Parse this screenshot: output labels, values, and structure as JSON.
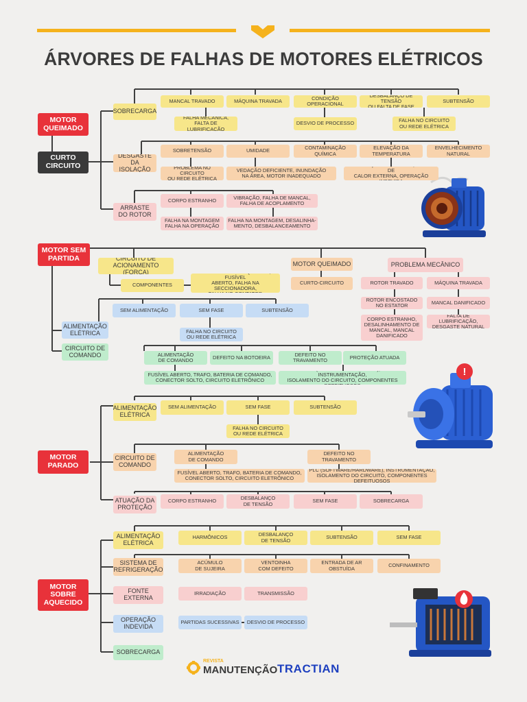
{
  "title": "ÁRVORES DE FALHAS DE MOTORES ELÉTRICOS",
  "colors": {
    "accent": "#f5b21c",
    "red": "#e8323a",
    "dark": "#3a3a3a",
    "yellow": "#f7e68a",
    "orange": "#f8d3ad",
    "pink": "#f8cfcf",
    "blue": "#c6dcf5",
    "green": "#bfeccc",
    "line": "#3f3f3f"
  },
  "sections": {
    "queimado": {
      "root": "MOTOR\nQUEIMADO",
      "curto": "CURTO\nCIRCUITO",
      "sobrecarga": {
        "label": "SOBRECARGA",
        "items": [
          "MANCAL TRAVADO",
          "MÁQUINA TRAVADA",
          "CONDIÇÃO OPERACIONAL",
          "DESBALANÇO DE TENSÃO\nOU FALTA DE FASE",
          "SUBTENSÃO"
        ],
        "sub": [
          "FALHA MECÂNICA,\nFALTA DE LUBRIFICAÇÃO",
          "DESVIO DE PROCESSO",
          "FALHA NO CIRCUITO\nOU REDE ELÉTRICA"
        ]
      },
      "desgaste": {
        "label": "DESGASTE\nDA ISOLAÇÃO",
        "items": [
          "SOBRETENSÃO",
          "UMIDADE",
          "CONTAMINAÇÃO\nQUÍMICA",
          "ELEVAÇÃO DA\nTEMPERATURA",
          "ENVELHECIMENTO\nNATURAL"
        ],
        "sub": [
          "PROBLEMA NO CIRCUITO\nOU REDE ELÉTRICA",
          "VEDAÇÃO DEFICIENTE, INUNDAÇÃO\nNA ÁREA, MOTOR INADEQUADO",
          "VENTILAÇÃO DEFICIENTE, FONTE DE\nCALOR EXTERNA, OPERAÇÃO INDEVIDA"
        ]
      },
      "arraste": {
        "label": "ARRASTE\nDO ROTOR",
        "items": [
          "CORPO ESTRANHO",
          "VIBRAÇÃO, FALHA DE MANCAL,\nFALHA DE ACOPLAMENTO",
          "FALHA NA MONTAGEM\nFALHA NA OPERAÇÃO",
          "FALHA NA MONTAGEM, DESALINHA-\nMENTO, DESBALANCEAMENTO"
        ]
      }
    },
    "sem_partida": {
      "root": "MOTOR SEM\nPARTIDA",
      "circuito_acionamento": {
        "label": "CIRCUITO DE\nACIONAMENTO (FORÇA)",
        "componentes": "COMPONENTES",
        "detail": "INVERSOR DE FREQUÊNCIA, FUSÍVEL\nABERTO, FALHA NA SECCIONADORA,\nFALHA NO CONTATOR"
      },
      "motor_queimado": {
        "label": "MOTOR QUEIMADO",
        "sub": "CURTO-CIRCUITO"
      },
      "problema_mecanico": {
        "label": "PROBLEMA MECÂNICO",
        "left": [
          "ROTOR TRAVADO",
          "ROTOR ENCOSTADO\nNO ESTATOR",
          "CORPO ESTRANHO,\nDESALINHAMENTO DE\nMANCAL, MANCAL\nDANIFICADO"
        ],
        "right": [
          "MÁQUINA TRAVADA",
          "MANCAL DANIFICADO",
          "FALTA DE LUBRIFICAÇÃO,\nDESGASTE NATURAL"
        ]
      },
      "alimentacao": {
        "label": "ALIMENTAÇÃO\nELÉTRICA",
        "items": [
          "SEM ALIMENTAÇÃO",
          "SEM FASE",
          "SUBTENSÃO"
        ],
        "sub": "FALHA NO CIRCUITO\nOU REDE ELÉTRICA"
      },
      "comando": {
        "label": "CIRCUITO DE\nCOMANDO",
        "items": [
          "ALIMENTAÇÃO\nDE COMANDO",
          "DEFEITO NA BOTOEIRA",
          "DEFEITO NO\nTRAVAMENTO",
          "PROTEÇÃO ATUADA"
        ],
        "sub": [
          "FUSÍVEL ABERTO, TRAFO, BATERIA DE COMANDO,\nCONECTOR SOLTO, CIRCUITO ELETRÔNICO",
          "PLC (SOFTWARE/HARDWARE), INSTRUMENTAÇÃO,\nISOLAMENTO DO CIRCUITO, COMPONENTES DEFEITUOSOS"
        ]
      }
    },
    "parado": {
      "root": "MOTOR\nPARADO",
      "alimentacao": {
        "label": "ALIMENTAÇÃO\nELÉTRICA",
        "items": [
          "SEM ALIMENTAÇÃO",
          "SEM FASE",
          "SUBTENSÃO"
        ],
        "sub": "FALHA NO CIRCUITO\nOU REDE ELÉTRICA"
      },
      "comando": {
        "label": "CIRCUITO DE\nCOMANDO",
        "items": [
          "ALIMENTAÇÃO\nDE COMANDO",
          "DEFEITO NO\nTRAVAMENTO"
        ],
        "sub": [
          "FUSÍVEL ABERTO, TRAFO, BATERIA DE COMANDO,\nCONECTOR SOLTO, CIRCUITO ELETRÔNICO",
          "PLC (SOFTWARE/HARDWARE), INSTRUMENTAÇÃO,\nISOLAMENTO DO CIRCUITO, COMPONENTES DEFEITUOSOS"
        ]
      },
      "protecao": {
        "label": "ATUAÇÃO DA\nPROTEÇÃO",
        "items": [
          "CORPO ESTRANHO",
          "DESBALANÇO\nDE TENSÃO",
          "SEM FASE",
          "SOBRECARGA"
        ]
      }
    },
    "aquecido": {
      "root": "MOTOR\nSOBRE\nAQUECIDO",
      "alimentacao": {
        "label": "ALIMENTAÇÃO\nELÉTRICA",
        "items": [
          "HARMÔNICOS",
          "DESBALANÇO\nDE TENSÃO",
          "SUBTENSÃO",
          "SEM FASE"
        ]
      },
      "refrigeracao": {
        "label": "SISTEMA DE\nREFRIGERAÇÃO",
        "items": [
          "ACÚMULO\nDE SUJEIRA",
          "VENTOINHA\nCOM DEFEITO",
          "ENTRADA DE AR\nOBSTUÍDA",
          "CONFINAMENTO"
        ]
      },
      "fonte": {
        "label": "FONTE\nEXTERNA",
        "items": [
          "IRRADIAÇÃO",
          "TRANSMISSÃO"
        ]
      },
      "operacao": {
        "label": "OPERAÇÃO\nINDEVIDA",
        "items": [
          "PARTIDAS SUCESSIVAS",
          "DESVIO DE PROCESSO"
        ]
      },
      "sobrecarga": "SOBRECARGA"
    }
  },
  "footer": {
    "brand1_small": "REVISTA",
    "brand1": "MANUTENÇÃO",
    "brand2": "TRACTIAN"
  },
  "icons": [
    "warning-badge-icon",
    "fire-badge-icon",
    "electric-motor-icon"
  ]
}
